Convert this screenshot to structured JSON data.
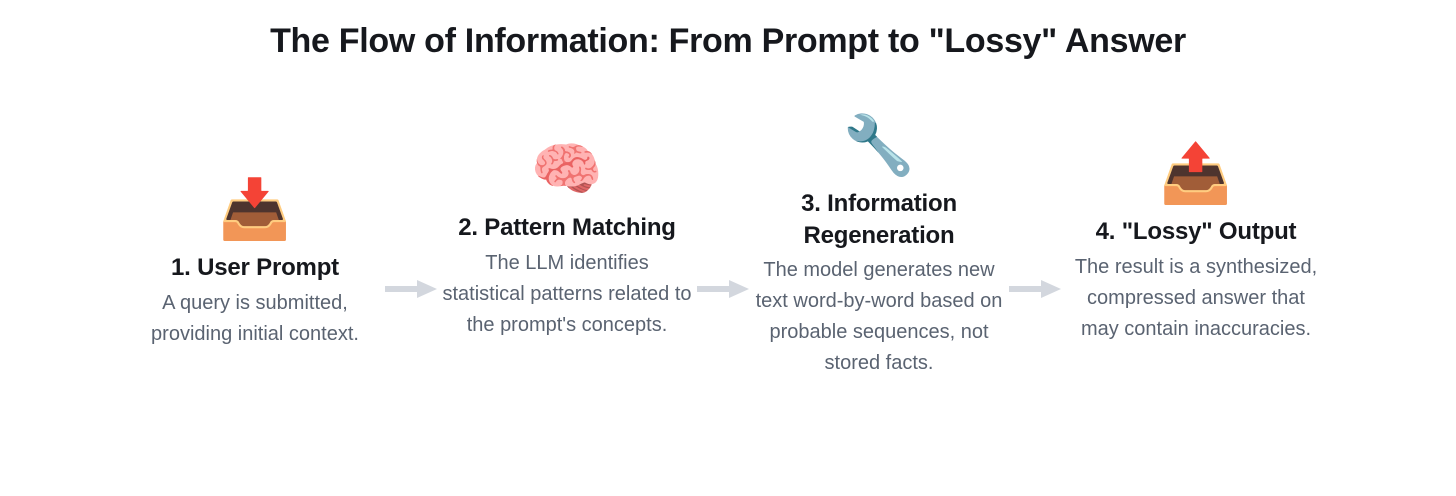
{
  "title": "The Flow of Information: From Prompt to \"Lossy\" Answer",
  "background_color": "#ffffff",
  "colors": {
    "title": "#16181d",
    "heading": "#16181d",
    "body": "#5a6371",
    "arrow": "#d3d7de"
  },
  "diagram": {
    "type": "horizontal-flow",
    "step_count": 4,
    "connector_count": 3,
    "connector_icon": "arrow-right-icon",
    "steps": [
      {
        "number": "1",
        "icon": "inbox-tray-icon",
        "icon_glyph": "📥",
        "heading": "1. User Prompt",
        "body": "A query is submitted, providing initial context."
      },
      {
        "number": "2",
        "icon": "brain-icon",
        "icon_glyph": "🧠",
        "heading": "2. Pattern Matching",
        "body": "The LLM identifies statistical patterns related to the prompt's concepts."
      },
      {
        "number": "3",
        "icon": "wrench-icon",
        "icon_glyph": "🔧",
        "heading": "3. Information Regeneration",
        "body": "The model generates new text word-by-word based on probable sequences, not stored facts."
      },
      {
        "number": "4",
        "icon": "outbox-tray-icon",
        "icon_glyph": "📤",
        "heading": "4. \"Lossy\" Output",
        "body": "The result is a synthesized, compressed answer that may contain inaccuracies."
      }
    ]
  }
}
